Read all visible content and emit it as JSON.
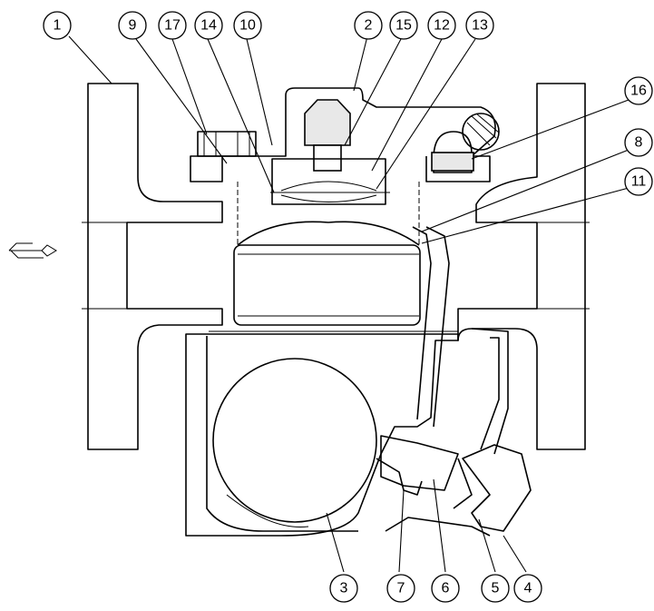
{
  "drawing": {
    "flow_arrow": "flow-arrow-icon",
    "callouts": [
      {
        "label": "1"
      },
      {
        "label": "9"
      },
      {
        "label": "17"
      },
      {
        "label": "14"
      },
      {
        "label": "10"
      },
      {
        "label": "2"
      },
      {
        "label": "15"
      },
      {
        "label": "12"
      },
      {
        "label": "13"
      },
      {
        "label": "16"
      },
      {
        "label": "8"
      },
      {
        "label": "11"
      },
      {
        "label": "3"
      },
      {
        "label": "7"
      },
      {
        "label": "6"
      },
      {
        "label": "5"
      },
      {
        "label": "4"
      }
    ]
  }
}
